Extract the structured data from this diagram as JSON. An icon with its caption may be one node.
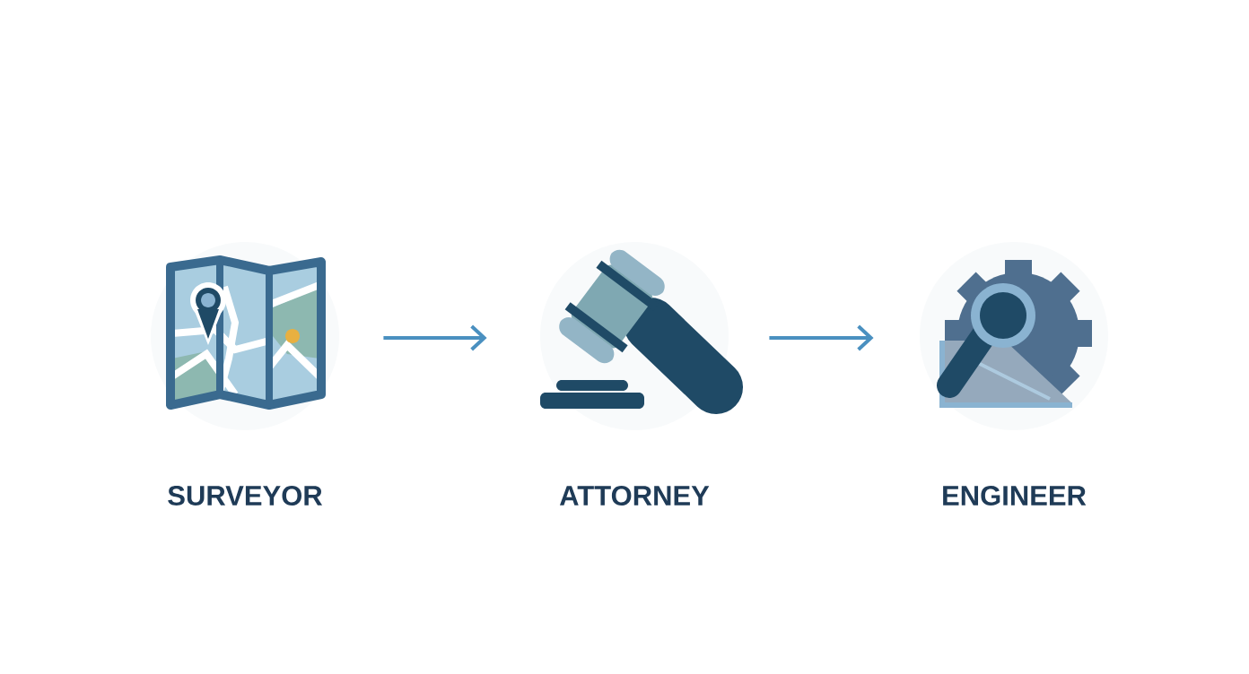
{
  "diagram": {
    "nodes": [
      {
        "text": [
          "SURVEYOR"
        ]
      },
      {
        "text": [
          "ATTORNEY"
        ]
      },
      {
        "text": [
          "ENGINEER"
        ]
      }
    ],
    "edges": [
      {
        "from": 0,
        "to": 1,
        "arrow": "to"
      },
      {
        "from": 1,
        "to": 2,
        "arrow": "to"
      }
    ]
  }
}
